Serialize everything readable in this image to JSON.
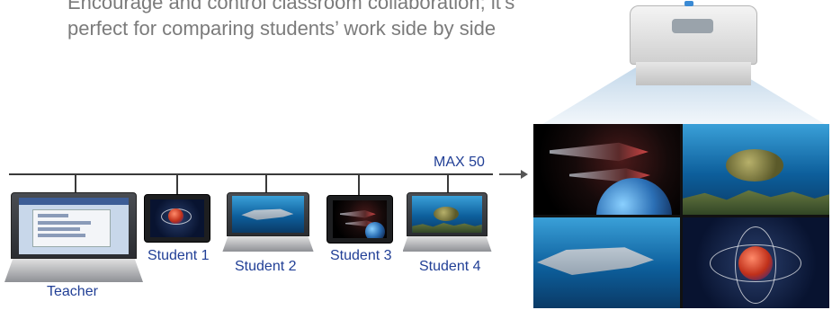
{
  "headline": {
    "line1": "Encourage and control classroom collaboration; it’s",
    "line2": "perfect for comparing students’ work side by side"
  },
  "network": {
    "max_label": "MAX 50"
  },
  "devices": {
    "teacher": "Teacher",
    "student1": "Student 1",
    "student2": "Student 2",
    "student3": "Student 3",
    "student4": "Student 4"
  },
  "projected_panels": [
    "spaceship-image",
    "sea-turtle-image",
    "shark-image",
    "atom-image"
  ],
  "colors": {
    "label_blue": "#213f96",
    "headline_gray": "#7b7b7b",
    "line": "#3a3a3a"
  }
}
